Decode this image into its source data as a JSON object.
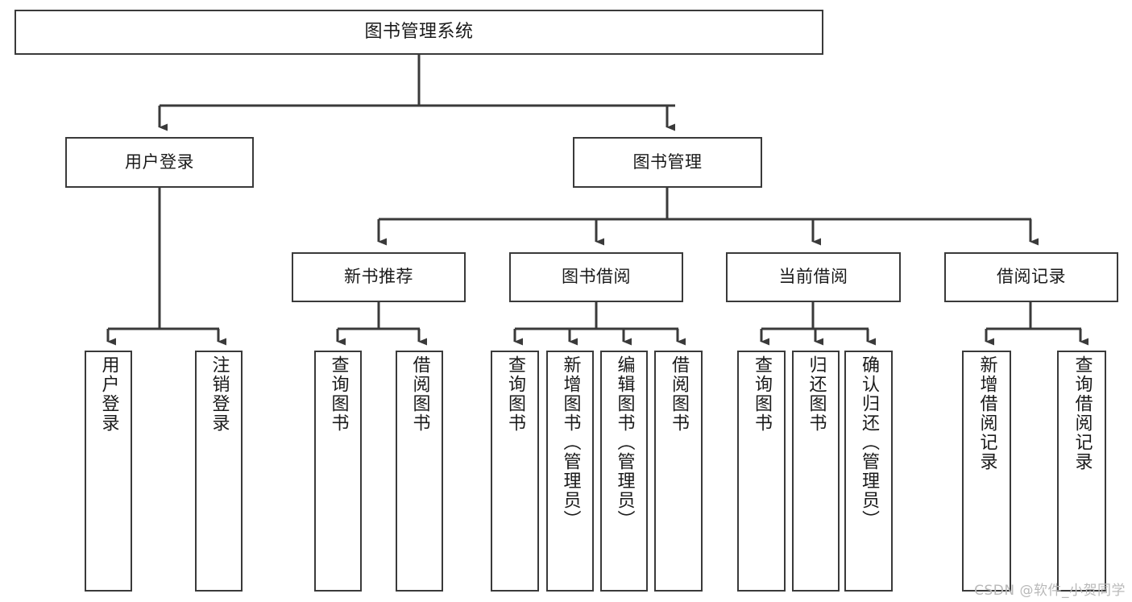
{
  "diagram": {
    "title": "图书管理系统",
    "type": "tree-hierarchy-chart",
    "watermark": "CSDN @软件_小贺同学",
    "colors": {
      "box_border": "#3a3a3a",
      "box_fill": "#ffffff",
      "connector": "#3a3a3a",
      "text": "#1a1a1a",
      "watermark": "#b9b9b9"
    },
    "nodes": {
      "root": {
        "label": "图书管理系统"
      },
      "level2": [
        {
          "label": "用户登录"
        },
        {
          "label": "图书管理"
        }
      ],
      "level3": [
        {
          "label": "新书推荐"
        },
        {
          "label": "图书借阅"
        },
        {
          "label": "当前借阅"
        },
        {
          "label": "借阅记录"
        }
      ],
      "leaves": {
        "user_login": [
          {
            "label": "用户登录"
          },
          {
            "label": "注销登录"
          }
        ],
        "new_book_recommend": [
          {
            "label": "查询图书"
          },
          {
            "label": "借阅图书"
          }
        ],
        "book_borrow": [
          {
            "label": "查询图书"
          },
          {
            "label": "新增图书（管理员）"
          },
          {
            "label": "编辑图书（管理员）"
          },
          {
            "label": "借阅图书"
          }
        ],
        "current_borrow": [
          {
            "label": "查询图书"
          },
          {
            "label": "归还图书"
          },
          {
            "label": "确认归还（管理员）"
          }
        ],
        "borrow_records": [
          {
            "label": "新增借阅记录"
          },
          {
            "label": "查询借阅记录"
          }
        ]
      }
    }
  }
}
